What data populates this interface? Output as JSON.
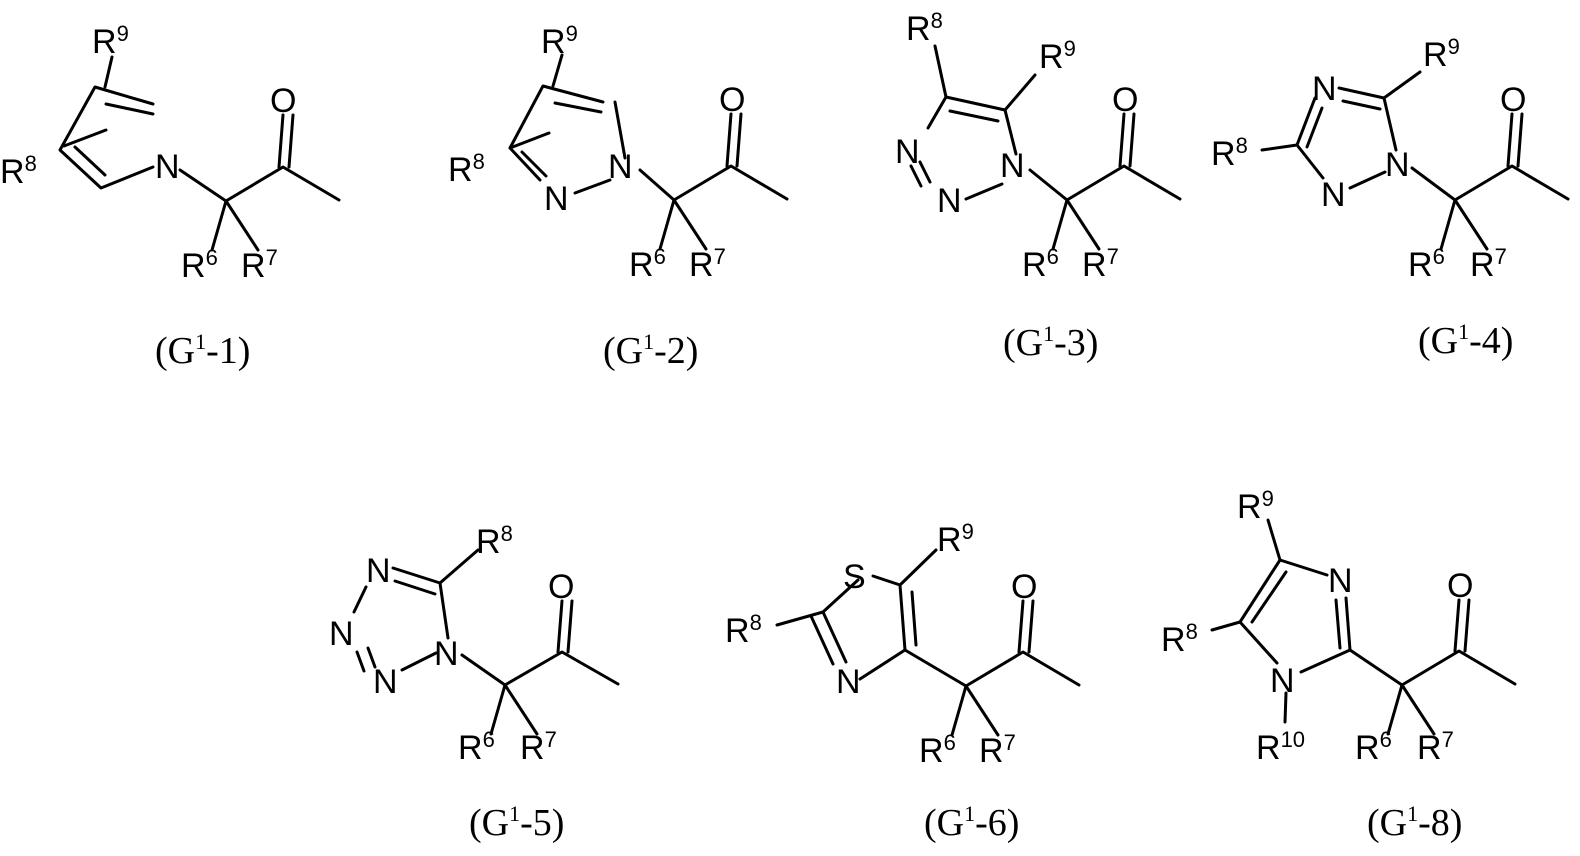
{
  "atoms": {
    "n": "N",
    "s": "S",
    "o": "O",
    "r": "R",
    "sup6": "6",
    "sup7": "7",
    "sup8": "8",
    "sup9": "9",
    "sup10": "10"
  },
  "structures": [
    {
      "id": "g1-1",
      "caption": {
        "open": "(G",
        "sup": "1",
        "close": "-1)"
      }
    },
    {
      "id": "g1-2",
      "caption": {
        "open": "(G",
        "sup": "1",
        "close": "-2)"
      }
    },
    {
      "id": "g1-3",
      "caption": {
        "open": "(G",
        "sup": "1",
        "close": "-3)"
      }
    },
    {
      "id": "g1-4",
      "caption": {
        "open": "(G",
        "sup": "1",
        "close": "-4)"
      }
    },
    {
      "id": "g1-5",
      "caption": {
        "open": "(G",
        "sup": "1",
        "close": "-5)"
      }
    },
    {
      "id": "g1-6",
      "caption": {
        "open": "(G",
        "sup": "1",
        "close": "-6)"
      }
    },
    {
      "id": "g1-8",
      "caption": {
        "open": "(G",
        "sup": "1",
        "close": "-8)"
      }
    }
  ]
}
